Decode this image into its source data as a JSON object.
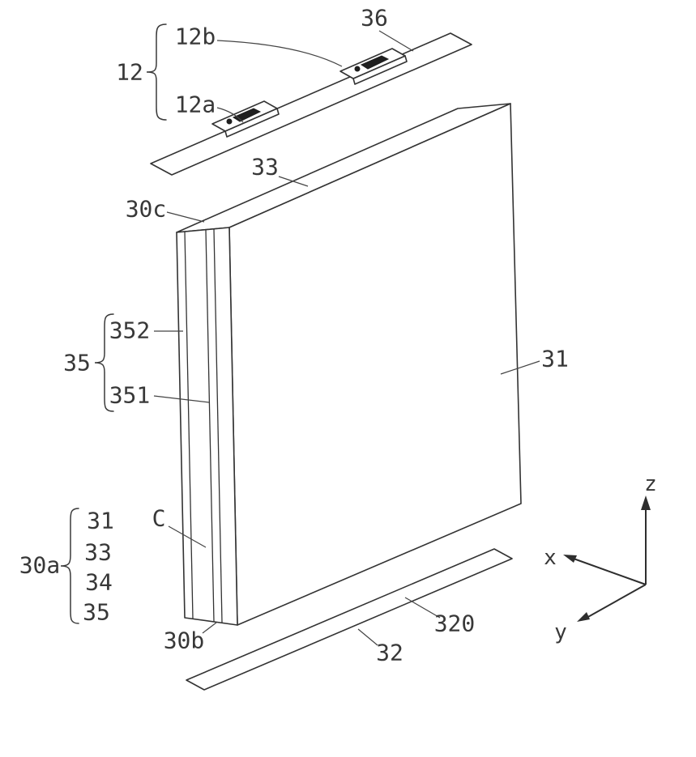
{
  "figure": {
    "labels": {
      "l36": "36",
      "l12b": "12b",
      "l12": "12",
      "l12a": "12a",
      "l33": "33",
      "l30c": "30c",
      "l352": "352",
      "l35": "35",
      "l351": "351",
      "l31": "31",
      "lC": "C",
      "l30a": "30a",
      "l30a_items": [
        "31",
        "33",
        "34",
        "35"
      ],
      "l30b": "30b",
      "l320": "320",
      "l32": "32"
    },
    "axes": {
      "x": "x",
      "y": "y",
      "z": "z"
    },
    "colors": {
      "line": "#333333",
      "face": "#ffffff",
      "dark_fill": "#1f1f1f",
      "background": "#ffffff"
    }
  }
}
